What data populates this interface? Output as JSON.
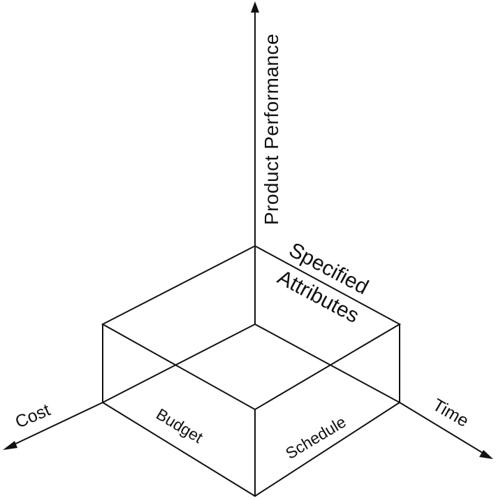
{
  "axes": {
    "vertical": "Product Performance",
    "left": "Cost",
    "right": "Time"
  },
  "faces": {
    "left": "Budget",
    "right": "Schedule",
    "top_line1": "Specified",
    "top_line2": "Attributes"
  },
  "colors": {
    "ink": "#111111",
    "background": "#ffffff"
  }
}
